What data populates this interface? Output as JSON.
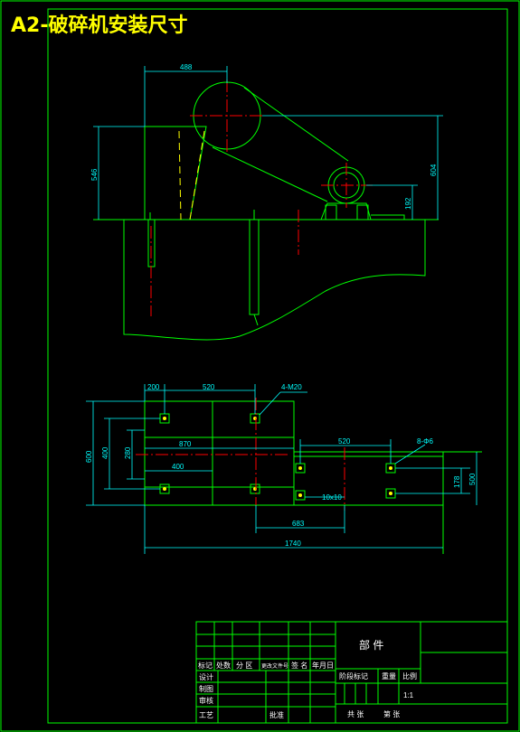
{
  "title": "A2-破碎机安装尺寸",
  "colors": {
    "background": "#000000",
    "outline": "#00ff00",
    "dimension": "#00ffff",
    "yellow": "#ffff00",
    "red": "#ff0000",
    "white": "#ffffff"
  },
  "front_view": {
    "dim_top": "488",
    "dim_left": "546",
    "dim_right": "604",
    "dim_small": "192"
  },
  "plan_view": {
    "dim_200": "200",
    "dim_520_top": "520",
    "bolt_label": "4-M20",
    "dim_870": "870",
    "dim_520_right": "520",
    "hole_label": "8-Φ6",
    "dim_600": "600",
    "dim_400_left": "400",
    "dim_280": "280",
    "dim_400_inner": "400",
    "dim_178": "178",
    "dim_500": "500",
    "dim_10x10": "10x10",
    "dim_683": "683",
    "dim_1740": "1740"
  },
  "title_block": {
    "part_name": "部 件",
    "headers": [
      "标记",
      "处数",
      "分 区",
      "更改文件号",
      "签 名",
      "年月日"
    ],
    "rows": [
      "设计",
      "制图",
      "审核",
      "工艺"
    ],
    "stage_label": "阶段标记",
    "weight_label": "重量",
    "scale_label": "比例",
    "scale_value": "1:1",
    "approve_label": "批准",
    "sheets_total": "共  张",
    "sheet_no": "第  张"
  }
}
